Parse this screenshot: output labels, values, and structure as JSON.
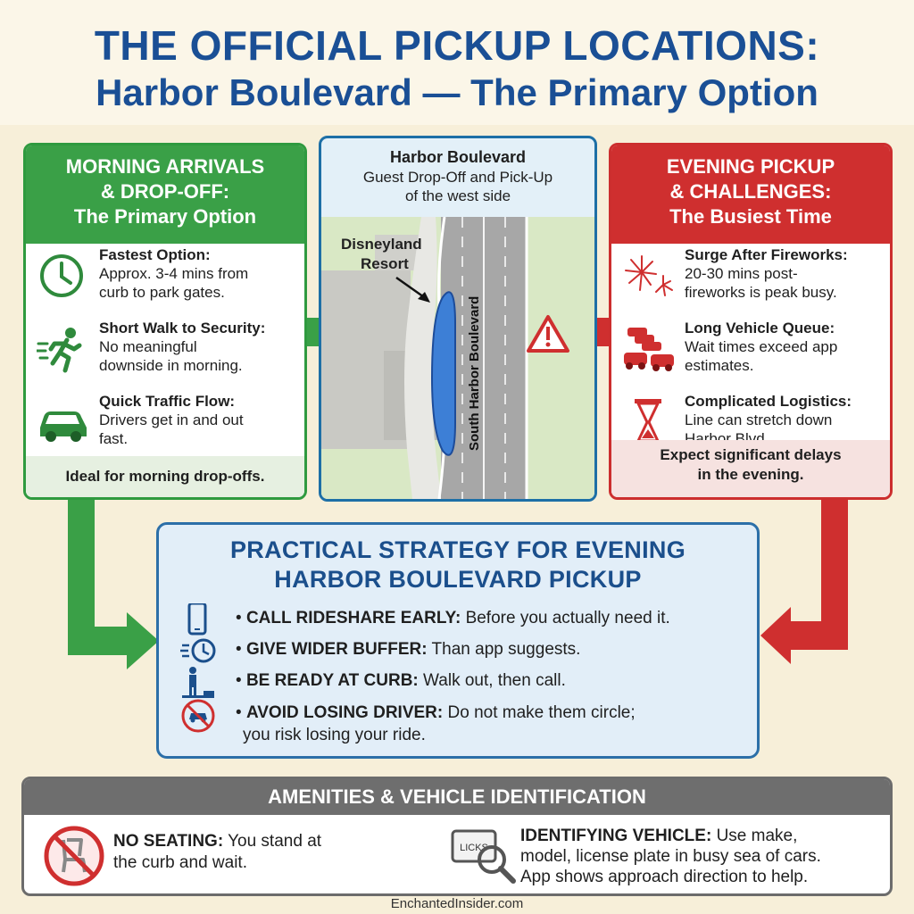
{
  "header": {
    "title": "THE OFFICIAL PICKUP LOCATIONS:",
    "subtitle": "Harbor Boulevard — The Primary Option"
  },
  "morning": {
    "heading_line1": "MORNING ARRIVALS",
    "heading_line2": "& DROP-OFF:",
    "heading_line3": "The Primary Option",
    "items": [
      {
        "title": "Fastest Option:",
        "desc_line1": "Approx. 3-4 mins from",
        "desc_line2": "curb to park gates.",
        "icon": "clock-icon"
      },
      {
        "title": "Short Walk to Security:",
        "desc_line1": "No meaningful",
        "desc_line2": "downside in morning.",
        "icon": "running-person-icon"
      },
      {
        "title": "Quick Traffic Flow:",
        "desc_line1": "Drivers get in and out",
        "desc_line2": "fast.",
        "icon": "car-icon"
      }
    ],
    "footer": "Ideal for morning drop-offs."
  },
  "map": {
    "title": "Harbor Boulevard",
    "subtitle_line1": "Guest Drop-Off and Pick-Up",
    "subtitle_line2": "of the west side",
    "resort_label_line1": "Disneyland",
    "resort_label_line2": "Resort",
    "street_label": "South Harbor Boulevard"
  },
  "evening": {
    "heading_line1": "EVENING PICKUP",
    "heading_line2": "& CHALLENGES:",
    "heading_line3": "The Busiest Time",
    "items": [
      {
        "title": "Surge After Fireworks:",
        "desc_line1": "20-30 mins post-",
        "desc_line2": "fireworks is peak busy.",
        "icon": "fireworks-icon"
      },
      {
        "title": "Long Vehicle Queue:",
        "desc_line1": "Wait times exceed app",
        "desc_line2": "estimates.",
        "icon": "car-queue-icon"
      },
      {
        "title": "Complicated Logistics:",
        "desc_line1": "Line can stretch down",
        "desc_line2": "Harbor Blvd.",
        "icon": "hourglass-icon"
      }
    ],
    "footer_line1": "Expect significant delays",
    "footer_line2": "in the evening."
  },
  "strategy": {
    "title_line1": "PRACTICAL STRATEGY FOR EVENING",
    "title_line2": "HARBOR BOULEVARD PICKUP",
    "items": [
      {
        "label": "CALL RIDESHARE EARLY:",
        "text": "Before you actually need it.",
        "icon": "phone-icon"
      },
      {
        "label": "GIVE WIDER BUFFER:",
        "text": "Than app suggests.",
        "icon": "fast-clock-icon"
      },
      {
        "label": "BE READY AT CURB:",
        "text": "Walk out, then call.",
        "icon": "person-at-curb-icon"
      },
      {
        "label": "AVOID LOSING DRIVER:",
        "text": "Do not make them circle;",
        "text2": "you risk losing your ride.",
        "icon": "no-circling-car-icon"
      }
    ]
  },
  "amenities": {
    "heading": "AMENITIES & VEHICLE IDENTIFICATION",
    "seating_label": "NO SEATING:",
    "seating_text_line1": "You stand at",
    "seating_text_line2": "the curb and wait.",
    "vehicle_label": "IDENTIFYING VEHICLE:",
    "vehicle_text_line1": "Use make,",
    "vehicle_text_line2": "model, license plate in busy sea of cars.",
    "vehicle_text_line3": "App shows approach direction to help.",
    "plate_text": "LICKS"
  },
  "footer": "EnchantedInsider.com",
  "colors": {
    "title_blue": "#1a4f95",
    "green": "#3aa047",
    "red": "#cf2f2f",
    "strategy_blue": "#2c6fa8",
    "gray": "#6e6e6e"
  }
}
